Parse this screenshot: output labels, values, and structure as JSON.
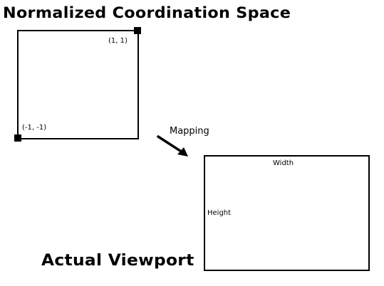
{
  "diagram": {
    "top_title": "Normalized Coordination Space",
    "bottom_title": "Actual Viewport",
    "ndc": {
      "top_right_label": "(1, 1)",
      "bottom_left_label": "(-1, -1)"
    },
    "mapping_label": "Mapping",
    "viewport": {
      "width_label": "Width",
      "height_label": "Height"
    }
  }
}
